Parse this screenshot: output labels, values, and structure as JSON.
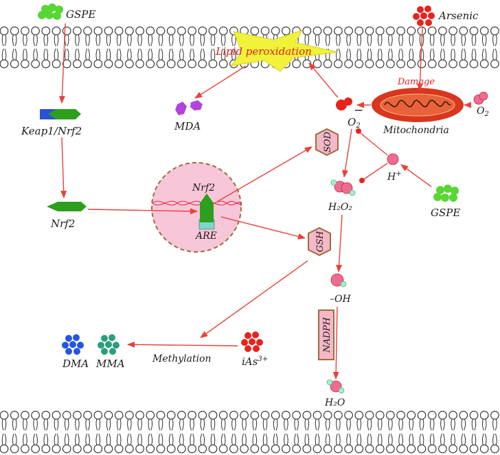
{
  "labels": {
    "gspe_top": "GSPE",
    "arsenic": "Arsenic",
    "lipid_peroxidation": "Lipid peroxidation",
    "damage": "Damage",
    "mda": "MDA",
    "keap1_nrf2": "Keap1/Nrf2",
    "nrf2_left": "Nrf2",
    "nrf2_nucleus": "Nrf2",
    "are": "ARE",
    "superoxide": "O",
    "superoxide_sub": "2",
    "superoxide_charge": "−",
    "o2_right": "O",
    "o2_right_sub": "2",
    "mitochondria": "Mitochondria",
    "sod": "SOD",
    "h_plus": "H",
    "h_plus_sup": "+",
    "h2o2": "H₂O₂",
    "gspe_right": "GSPE",
    "gsh": "GSH",
    "hydroxyl": "–OH",
    "nadph": "NADPH",
    "h2o": "H₂O",
    "dma": "DMA",
    "mma": "MMA",
    "methylation": "Methylation",
    "ias": "iAs",
    "ias_sup": "3+"
  },
  "colors": {
    "arrow": "#e8413a",
    "gspe": "#57d636",
    "arsenic": "#e8231c",
    "mda": "#b044dc",
    "dma": "#2456e0",
    "mma": "#2a9e7a",
    "nucleus_fill": "#f7c6d8",
    "nucleus_border": "#9c6b3b",
    "mitochondria": "#d9361f",
    "star": "#f1f23a",
    "nrf2": "#2e9e1e",
    "keap1": "#2a50d8",
    "are": "#7fd6c8",
    "enzyme_fill": "#f4b8c8",
    "enzyme_border": "#9c6b3b",
    "ros_pink": "#f06c8f",
    "ros_green": "#9ef2c8"
  }
}
